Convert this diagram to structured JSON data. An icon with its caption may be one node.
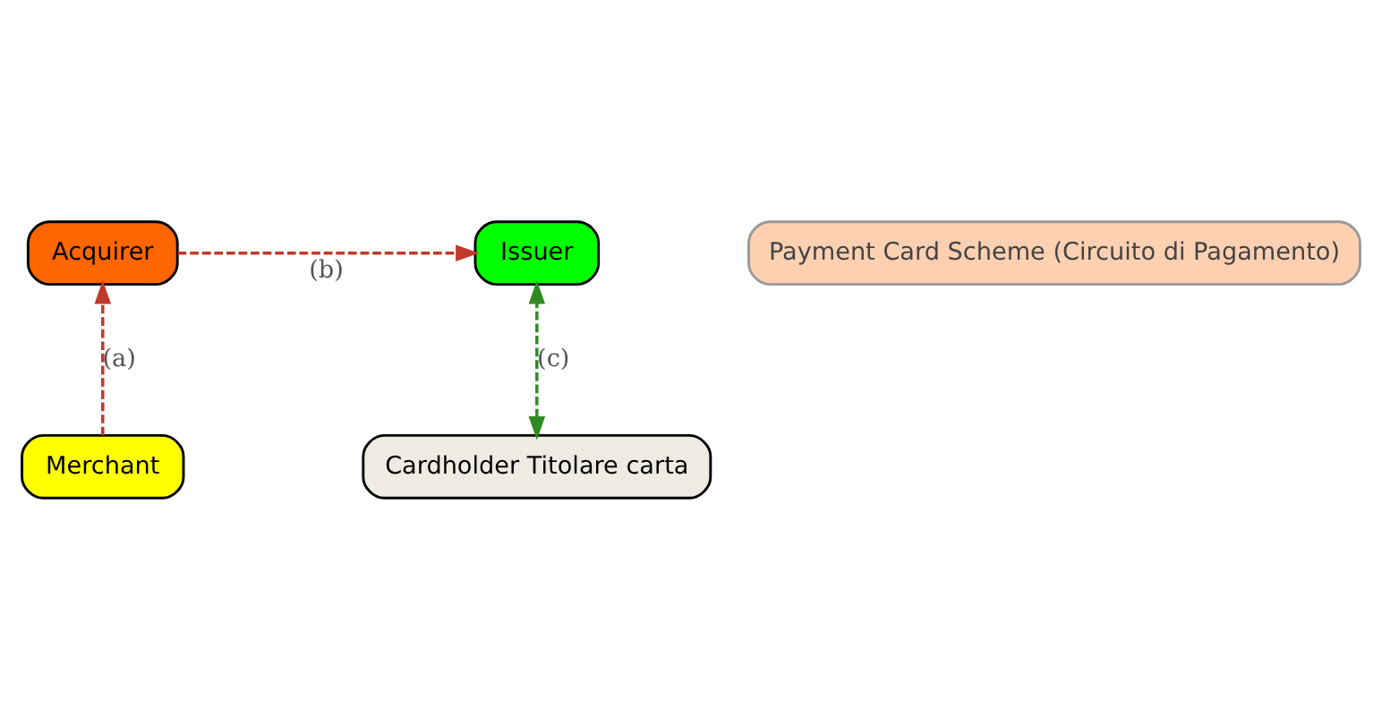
{
  "diagram": {
    "nodes": [
      {
        "text": [
          "Issuer"
        ]
      },
      {
        "text": [
          "Payment Card Scheme (Circuito di Pagamento)"
        ]
      },
      {
        "text": [
          "Acquirer"
        ]
      },
      {
        "text": [
          "Cardholder Titolare carta"
        ]
      },
      {
        "text": [
          "Merchant"
        ]
      }
    ],
    "edges": [
      {
        "from": 2,
        "to": 0,
        "arrow": "to",
        "label": "(b)",
        "style": "dashed"
      },
      {
        "from": 4,
        "to": 2,
        "arrow": "to",
        "label": "(a)",
        "style": "dashed"
      },
      {
        "from": 3,
        "to": 0,
        "arrow": "both",
        "label": "(c)",
        "style": "dashed",
        "color": "#2e8b22"
      }
    ]
  }
}
